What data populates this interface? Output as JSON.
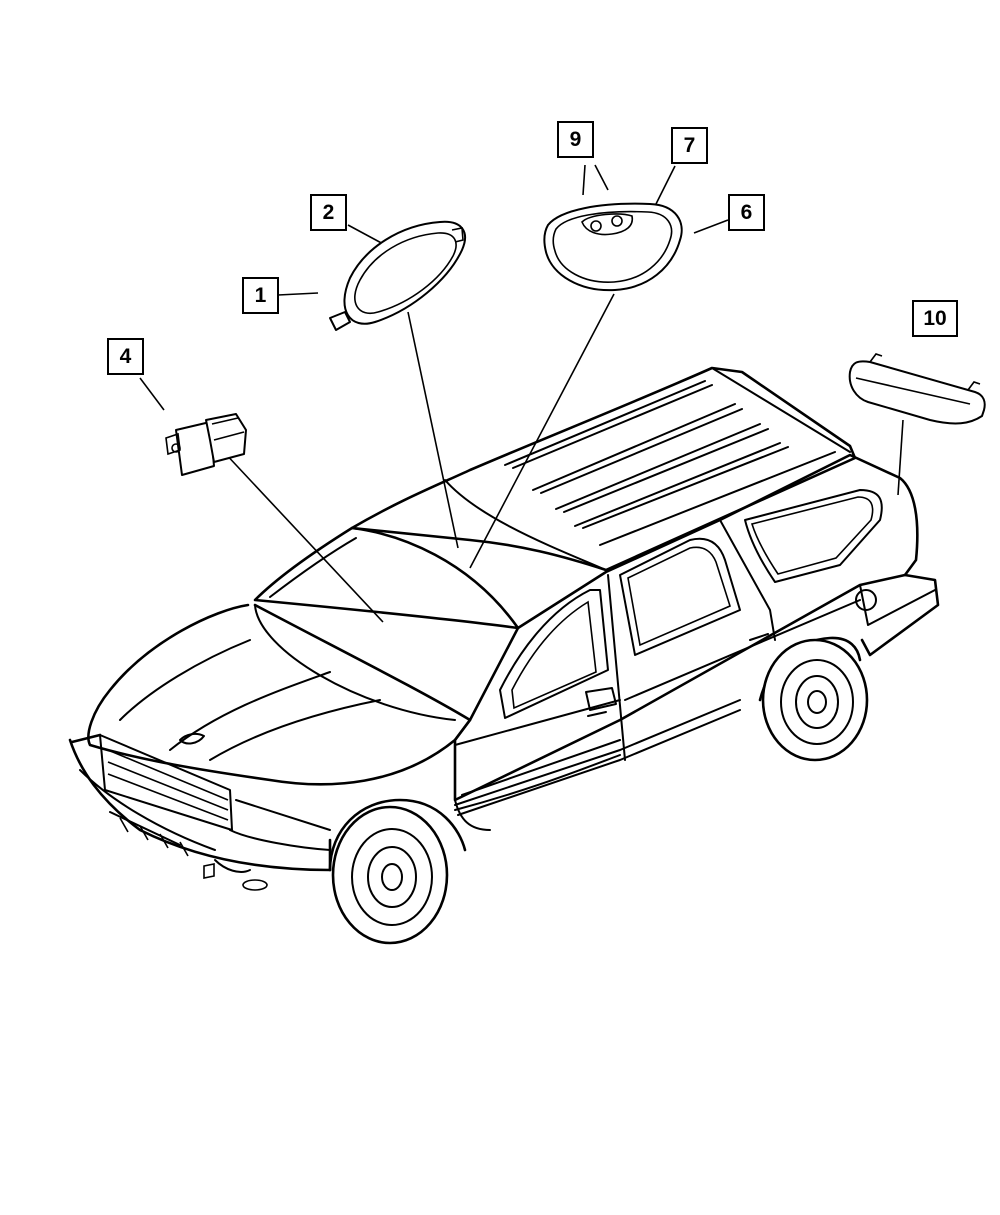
{
  "callouts": {
    "c1": "1",
    "c2": "2",
    "c4": "4",
    "c6": "6",
    "c7": "7",
    "c9": "9",
    "c10": "10"
  }
}
